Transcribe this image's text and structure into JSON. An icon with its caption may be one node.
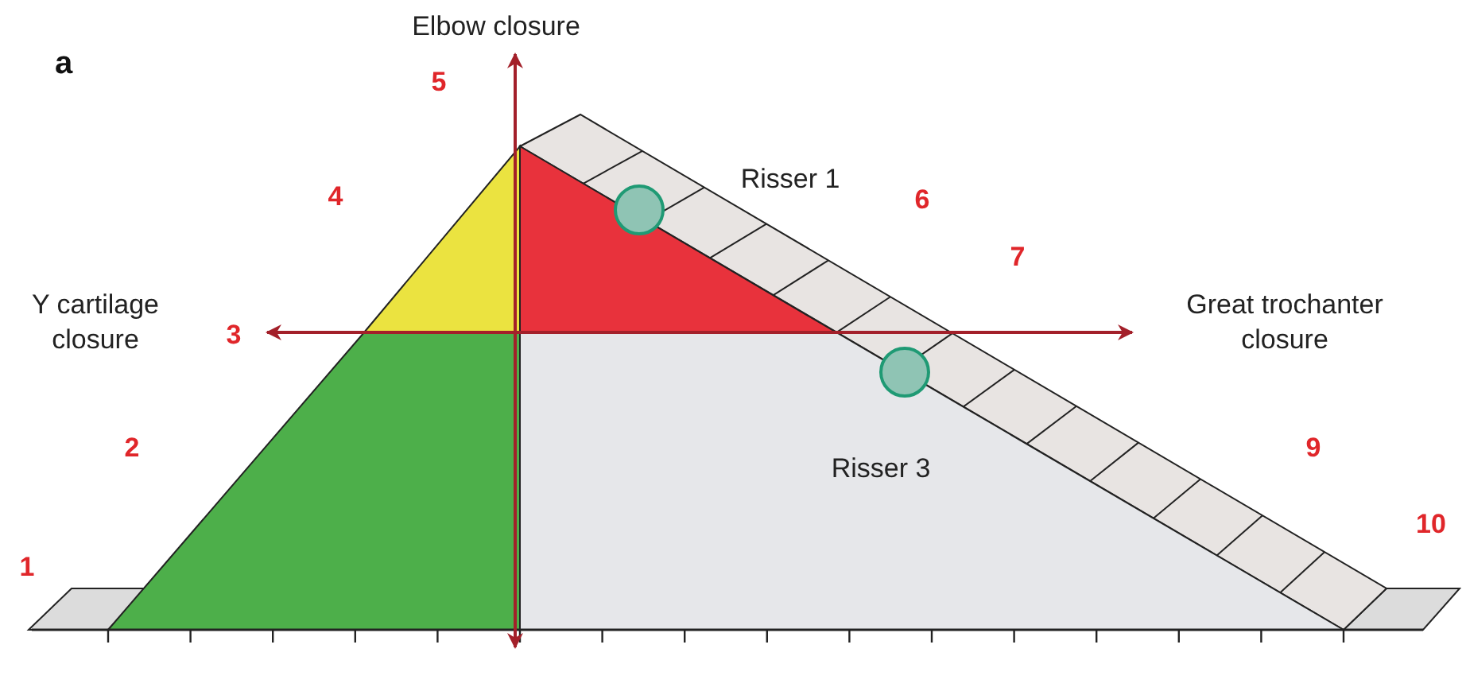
{
  "diagram": {
    "labels": [
      "a",
      "Elbow closure",
      "5",
      "4",
      "Risser 1",
      "6",
      "Y cartilage closure",
      "3",
      "7",
      "Great trochanter closure",
      "2",
      "Risser 3",
      "9",
      "1",
      "10"
    ]
  }
}
